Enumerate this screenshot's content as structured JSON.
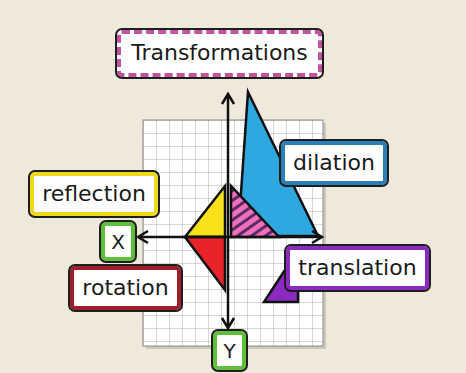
{
  "diagram": {
    "nodes": [
      {
        "text": [
          "Transformations"
        ]
      },
      {
        "text": [
          "dilation"
        ]
      },
      {
        "text": [
          "reflection"
        ]
      },
      {
        "text": [
          "X"
        ]
      },
      {
        "text": [
          "translation"
        ]
      },
      {
        "text": [
          "rotation"
        ]
      },
      {
        "text": [
          "Y"
        ]
      }
    ]
  }
}
